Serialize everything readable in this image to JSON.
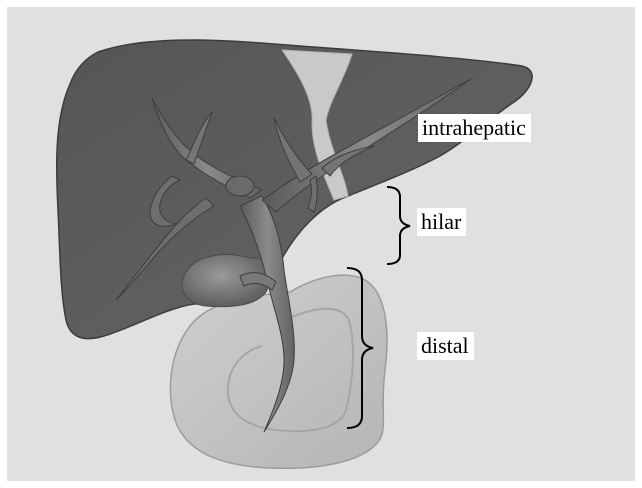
{
  "labels": {
    "intrahepatic": "intrahepatic",
    "hilar": "hilar",
    "distal": "distal"
  },
  "colors": {
    "background": "#e0e0e0",
    "liver": "#5c5c5c",
    "duodenum": "#c4c4c4",
    "bile_duct": "#767676",
    "ligament": "#c9c9c9",
    "bracket": "#000000",
    "label_box": "#ffffff"
  }
}
